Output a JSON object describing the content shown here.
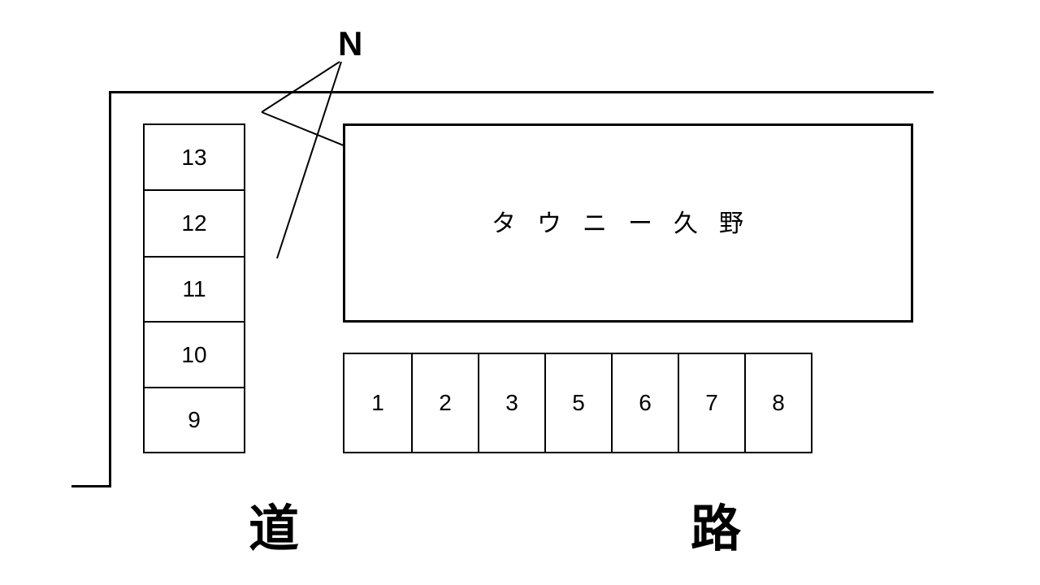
{
  "compass": {
    "label": "N"
  },
  "building": {
    "name": "タウニー久野"
  },
  "parking": {
    "left_column": [
      "13",
      "12",
      "11",
      "10",
      "9"
    ],
    "bottom_row": [
      "1",
      "2",
      "3",
      "5",
      "6",
      "7",
      "8"
    ]
  },
  "road": {
    "char_left": "道",
    "char_right": "路"
  }
}
